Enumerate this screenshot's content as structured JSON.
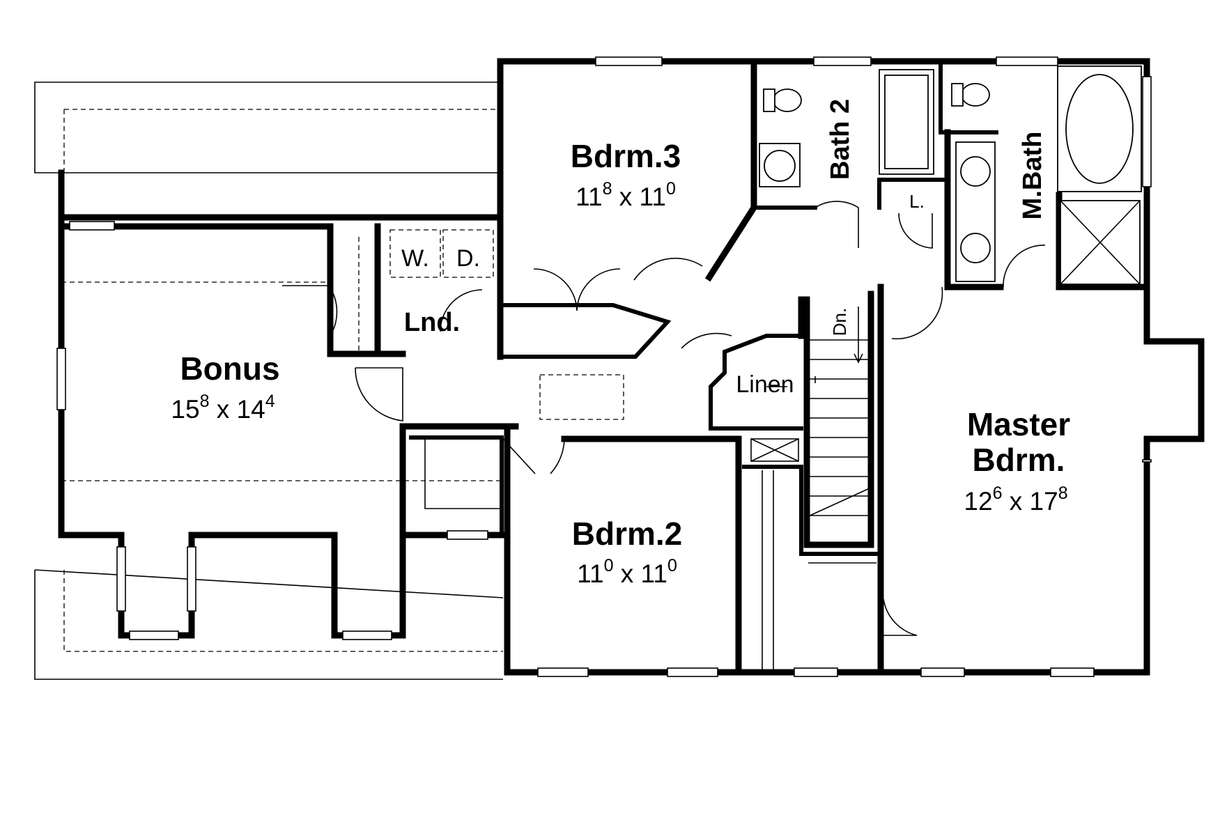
{
  "rooms": {
    "bonus": {
      "name": "Bonus",
      "dim_w": "15",
      "dim_w_in": "8",
      "sep": "x",
      "dim_l": "14",
      "dim_l_in": "4"
    },
    "bdrm3": {
      "name": "Bdrm.3",
      "dim_w": "11",
      "dim_w_in": "8",
      "sep": "x",
      "dim_l": "11",
      "dim_l_in": "0"
    },
    "bdrm2": {
      "name": "Bdrm.2",
      "dim_w": "11",
      "dim_w_in": "0",
      "sep": "x",
      "dim_l": "11",
      "dim_l_in": "0"
    },
    "master": {
      "name_line1": "Master",
      "name_line2": "Bdrm.",
      "dim_w": "12",
      "dim_w_in": "6",
      "sep": "x",
      "dim_l": "17",
      "dim_l_in": "8"
    }
  },
  "labels": {
    "laundry": "Lnd.",
    "washer": "W.",
    "dryer": "D.",
    "linen": "Linen",
    "bath2": "Bath 2",
    "master_bath": "M.Bath",
    "linen_small": "L.",
    "stairs_down": "Dn."
  }
}
